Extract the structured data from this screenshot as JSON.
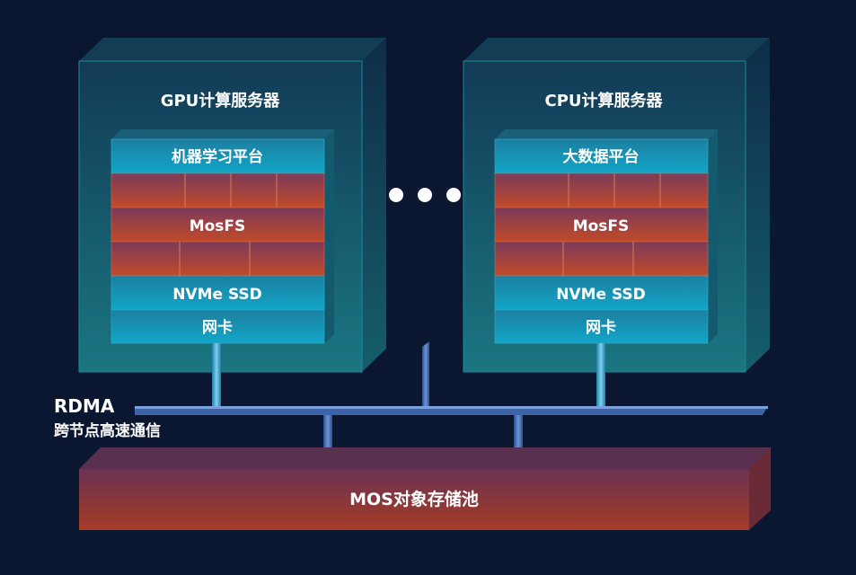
{
  "servers": [
    {
      "title": "GPU计算服务器",
      "layers": {
        "platform": "机器学习平台",
        "fs": "MosFS",
        "ssd": "NVMe SSD",
        "nic": "网卡"
      }
    },
    {
      "title": "CPU计算服务器",
      "layers": {
        "platform": "大数据平台",
        "fs": "MosFS",
        "ssd": "NVMe SSD",
        "nic": "网卡"
      }
    }
  ],
  "network": {
    "title": "RDMA",
    "subtitle": "跨节点高速通信"
  },
  "storage": {
    "label": "MOS对象存储池"
  },
  "colors": {
    "background": "#0b1730",
    "server_face": "#16606f",
    "layer_cyan": "#1497b4",
    "layer_red": "#b8452e",
    "bus": "#3e64a8",
    "storage_red": "#a03a2a"
  }
}
